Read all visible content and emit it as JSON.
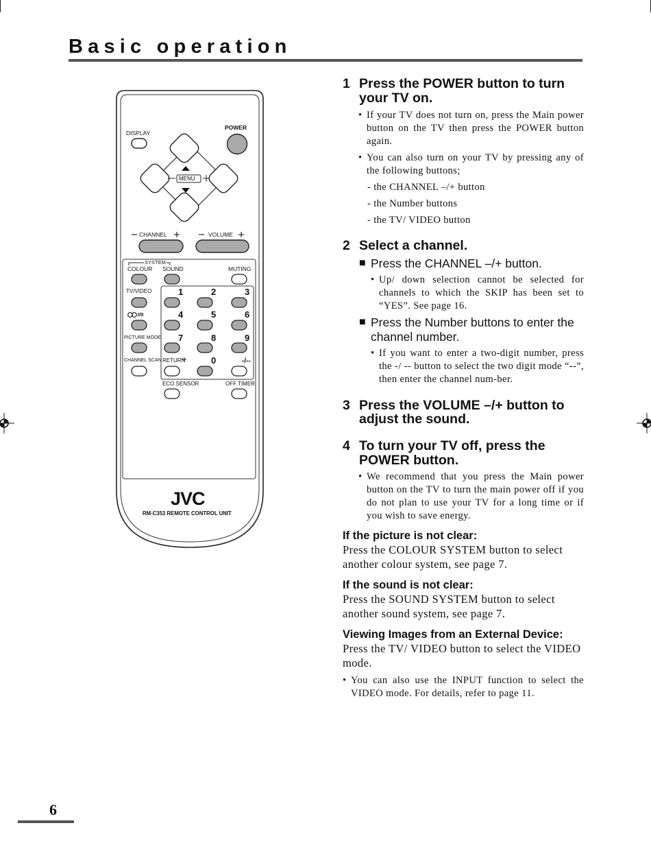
{
  "header": {
    "title": "Basic operation"
  },
  "remote": {
    "labels": {
      "display": "DISPLAY",
      "power": "POWER",
      "menu": "MENU",
      "channel": "CHANNEL",
      "volume": "VOLUME",
      "system": "SYSTEM",
      "colour": "COLOUR",
      "sound": "SOUND",
      "muting": "MUTING",
      "tv_video": "TV/VIDEO",
      "dual": "I/II",
      "picture_mode": "PICTURE MODE",
      "channel_scan": "CHANNEL SCAN",
      "return": "RETURN",
      "eco_sensor": "ECO SENSOR",
      "off_timer": "OFF TIMER",
      "dash_key": "-/--"
    },
    "digits": [
      "1",
      "2",
      "3",
      "4",
      "5",
      "6",
      "7",
      "8",
      "9",
      "0"
    ],
    "brand": "JVC",
    "model": "RM-C353 REMOTE CONTROL UNIT"
  },
  "steps": [
    {
      "num": "1",
      "title": "Press the POWER  button to turn your TV on.",
      "bullets": [
        "If your TV does not turn on, press the Main power button on the TV then press the POWER button again.",
        "You can also turn on your TV by pressing any of the following buttons;"
      ],
      "dashes": [
        "- the CHANNEL –/+ button",
        "- the Number buttons",
        "- the TV/ VIDEO button"
      ]
    },
    {
      "num": "2",
      "title": "Select a channel.",
      "subs": [
        {
          "text": "Press the CHANNEL –/+ button.",
          "bullet": "Up/ down selection cannot be selected for channels to which the SKIP has been set to “YES”. See page 16."
        },
        {
          "text": "Press the Number buttons to enter the channel number.",
          "bullet": "If you want to enter a two-digit number, press the -/ -- button to select the two digit mode “--”, then enter the channel num-ber."
        }
      ]
    },
    {
      "num": "3",
      "title": "Press the VOLUME –/+ button to adjust the sound."
    },
    {
      "num": "4",
      "title": "To turn your TV off, press the POWER button.",
      "bullet": "We recommend that you press the Main power button on the TV to turn the main power off if you do not plan to use your TV for a long time or if you wish to save energy."
    }
  ],
  "tips": [
    {
      "heading": "If the picture is not clear:",
      "text": "Press the COLOUR SYSTEM button to select another colour system, see page 7."
    },
    {
      "heading": "If the sound is not clear:",
      "text": "Press the SOUND SYSTEM button to select another sound system, see page 7."
    },
    {
      "heading": "Viewing Images from an External Device:",
      "text": "Press the TV/ VIDEO button to select the VIDEO mode.",
      "bullet": "You can also use the INPUT function to select the VIDEO mode. For details, refer to page 11."
    }
  ],
  "footer": {
    "page_number": "6"
  }
}
